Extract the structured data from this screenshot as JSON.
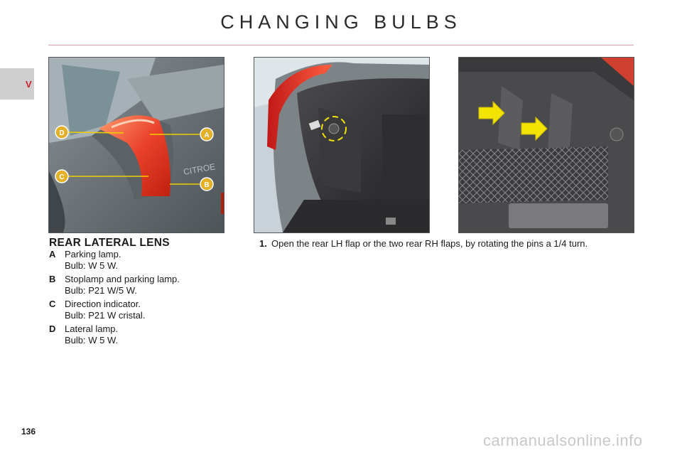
{
  "page": {
    "title": "CHANGING BULBS",
    "chapter": "V",
    "page_number": "136",
    "watermark": "carmanualsonline.info"
  },
  "figure1": {
    "callouts": [
      "D",
      "A",
      "C",
      "B"
    ],
    "badge_color": "#e3b028",
    "badge_line_color": "#f0d000"
  },
  "rear_lateral_lens": {
    "heading": "REAR LATERAL LENS",
    "items": [
      {
        "letter": "A",
        "name": "Parking lamp.",
        "bulb": "Bulb: W 5 W."
      },
      {
        "letter": "B",
        "name": "Stoplamp and parking lamp.",
        "bulb": "Bulb: P21 W/5 W."
      },
      {
        "letter": "C",
        "name": "Direction indicator.",
        "bulb": "Bulb: P21 W cristal."
      },
      {
        "letter": "D",
        "name": "Lateral lamp.",
        "bulb": "Bulb: W 5 W."
      }
    ]
  },
  "steps": [
    {
      "number": "1.",
      "text": "Open the rear LH flap or the two rear RH flaps, by rotating the pins a 1/4 turn."
    }
  ],
  "colors": {
    "accent_red": "#d0202a",
    "arrow_yellow": "#f2e400"
  }
}
